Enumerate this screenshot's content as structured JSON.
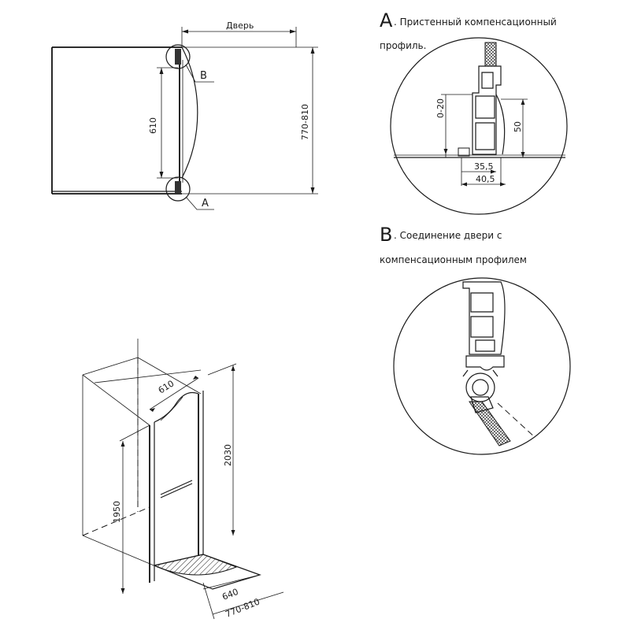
{
  "plan_view": {
    "door_label": "Дверь",
    "dim_610": "610",
    "dim_770_810": "770-810",
    "callout_a": "A",
    "callout_b": "B"
  },
  "detail_a": {
    "letter": "A",
    "caption_line1": ". Пристенный компенсационный",
    "caption_line2": "профиль.",
    "dim_0_20": "0-20",
    "dim_50": "50",
    "dim_35_5": "35,5",
    "dim_40_5": "40,5"
  },
  "detail_b": {
    "letter": "B",
    "caption_line1": ". Соединение двери с",
    "caption_line2": "компенсационным профилем"
  },
  "iso_view": {
    "dim_610": "610",
    "dim_2030": "2030",
    "dim_1950": "1950",
    "dim_640": "640",
    "dim_770_810": "770-810"
  }
}
